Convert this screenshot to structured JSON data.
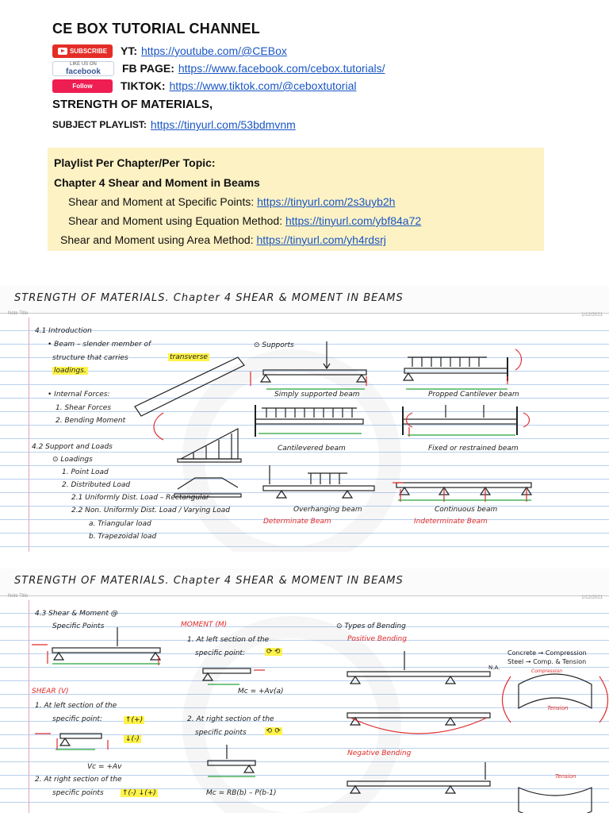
{
  "header": {
    "channel_title": "CE BOX TUTORIAL CHANNEL",
    "youtube": {
      "badge": "SUBSCRIBE",
      "label": "YT:",
      "url": "https://youtube.com/@CEBox"
    },
    "facebook": {
      "badge_small": "LIKE US ON",
      "badge": "facebook",
      "label": "FB PAGE:",
      "url": "https://www.facebook.com/cebox.tutorials/"
    },
    "tiktok": {
      "badge": "Follow",
      "label": "TIKTOK:",
      "url": "https://www.tiktok.com/@ceboxtutorial"
    },
    "subject": "STRENGTH OF MATERIALS,",
    "playlist_label": "SUBJECT PLAYLIST:",
    "playlist_url": "https://tinyurl.com/53bdmvnm"
  },
  "panel": {
    "title": "Playlist Per Chapter/Per Topic:",
    "chapter": "Chapter 4 Shear and Moment in Beams",
    "items": [
      {
        "label": "Shear and Moment at Specific Points:",
        "url": "https://tinyurl.com/2s3uyb2h"
      },
      {
        "label": "Shear and Moment using Equation Method:",
        "url": "https://tinyurl.com/ybf84a72"
      },
      {
        "label": "Shear and Moment using Area Method:",
        "url": "https://tinyurl.com/yh4rdsrj"
      }
    ]
  },
  "notes": [
    {
      "title": "STRENGTH OF MATERIALS. Chapter 4   SHEAR & MOMENT IN BEAMS",
      "sub": "Note Title",
      "date": "1/12/2021",
      "text": {
        "intro": "4.1 Introduction",
        "beam1": "• Beam – slender member of",
        "beam2": "structure that carries",
        "beam_hl1": "transverse",
        "beam_hl2": "loadings.",
        "supports": "⊙ Supports",
        "internal": "• Internal Forces:",
        "shear": "1. Shear Forces",
        "bending": "2. Bending Moment",
        "support_loads": "4.2 Support and Loads",
        "loadings": "⊙ Loadings",
        "point": "1. Point Load",
        "distributed": "2. Distributed Load",
        "uniform": "2.1 Uniformly Dist. Load – Rectangular",
        "nonuniform": "2.2 Non. Uniformly Dist. Load / Varying Load",
        "tri": "a. Triangular load",
        "trap": "b. Trapezoidal load",
        "simply": "Simply supported beam",
        "propped": "Propped Cantilever beam",
        "cantilever": "Cantilevered beam",
        "fixed": "Fixed or restrained beam",
        "overhanging": "Overhanging beam",
        "continuous": "Continuous beam",
        "determinate": "Determinate Beam",
        "indeterminate": "Indeterminate Beam"
      }
    },
    {
      "title": "STRENGTH OF MATERIALS. Chapter 4   SHEAR & MOMENT IN BEAMS",
      "sub": "Note Title",
      "date": "1/12/2021",
      "text": {
        "h43": "4.3 Shear & Moment @",
        "specific": "Specific Points",
        "moment": "MOMENT (M)",
        "m1a": "1. At left section of the",
        "m1b": "specific point:",
        "mc1": "Mc = +Av(a)",
        "shear_v": "SHEAR (V)",
        "s1a": "1. At left section of the",
        "s1b": "specific point:",
        "up": "↑(+)",
        "down": "↓(-)",
        "m2a": "2. At right section of the",
        "m2b": "specific points",
        "vc": "Vc = +Av",
        "s2a": "2. At right section of the",
        "s2b": "specific points",
        "s2hl": "↑(-) ↓(+)",
        "mc2": "Mc = RB(b) – P(b-1)",
        "types": "⊙ Types of Bending",
        "positive": "Positive Bending",
        "negative": "Negative Bending",
        "concrete": "Concrete → Compression",
        "steel": "Steel → Comp. & Tension",
        "compression": "Compression",
        "tension": "Tension",
        "tension2": "Tension",
        "na": "N.A."
      }
    }
  ]
}
